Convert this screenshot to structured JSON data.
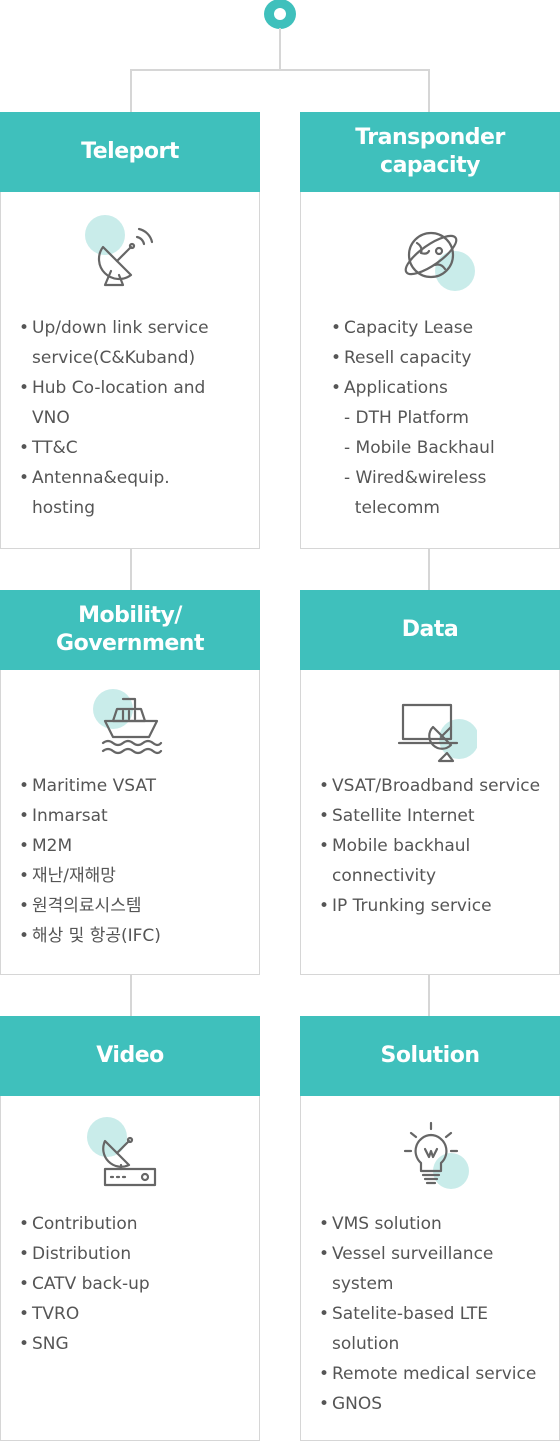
{
  "colors": {
    "accent": "#3fc0bc",
    "accent_light": "#c9ecea",
    "line": "#d6d6d6",
    "text": "#555555"
  },
  "cards": {
    "teleport": {
      "title": "Teleport",
      "icon": "satellite-dish-icon",
      "items": [
        "Up/down link service\nservice(C&Kuband)",
        "Hub Co-location and\nVNO",
        "TT&C",
        "Antenna&equip.\nhosting"
      ]
    },
    "transponder": {
      "title": "Transponder\ncapacity",
      "icon": "globe-satellite-icon",
      "items": [
        "Capacity Lease",
        "Resell capacity",
        "Applications"
      ],
      "subitems": [
        "- DTH Platform",
        "- Mobile Backhaul",
        "- Wired&wireless",
        "  telecomm"
      ]
    },
    "mobility": {
      "title": "Mobility/\nGovernment",
      "icon": "ship-icon",
      "items": [
        "Maritime VSAT",
        "Inmarsat",
        "M2M",
        "재난/재해망",
        "원격의료시스템",
        "해상 및 항공(IFC)"
      ]
    },
    "data": {
      "title": "Data",
      "icon": "laptop-satellite-icon",
      "items": [
        "VSAT/Broadband service",
        "Satellite Internet",
        "Mobile backhaul\nconnectivity",
        "IP Trunking service"
      ]
    },
    "video": {
      "title": "Video",
      "icon": "broadcast-receiver-icon",
      "items": [
        "Contribution",
        "Distribution",
        "CATV back-up",
        "TVRO",
        "SNG"
      ]
    },
    "solution": {
      "title": "Solution",
      "icon": "lightbulb-icon",
      "items": [
        "VMS solution",
        "Vessel surveillance\nsystem",
        "Satelite-based LTE\nsolution",
        "Remote medical service",
        "GNOS"
      ]
    }
  }
}
